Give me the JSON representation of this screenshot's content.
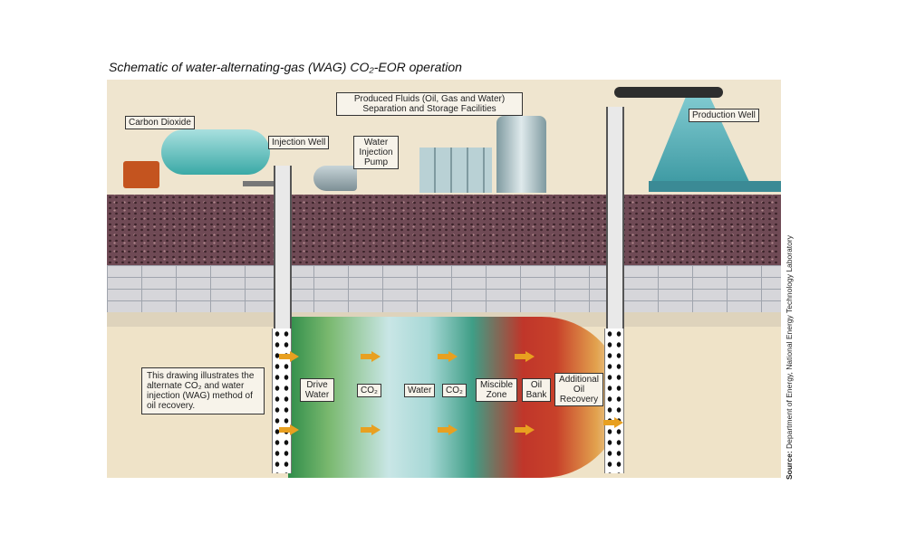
{
  "title": "Schematic of water-alternating-gas (WAG) CO₂-EOR operation",
  "source_label": "Source:",
  "source_text": "Department of Energy, National Energy Technology Laboratory",
  "labels": {
    "carbon_dioxide": "Carbon Dioxide",
    "injection_well": "Injection Well",
    "water_injection_pump": "Water Injection Pump",
    "produced_fluids": "Produced Fluids (Oil, Gas and Water) Separation and Storage Facilities",
    "production_well": "Production Well",
    "description": "This drawing illustrates the alternate CO₂ and water injection (WAG) method of oil recovery."
  },
  "zones": [
    "Drive Water",
    "CO₂",
    "Water",
    "CO₂",
    "Miscible Zone",
    "Oil Bank",
    "Additional Oil Recovery"
  ]
}
